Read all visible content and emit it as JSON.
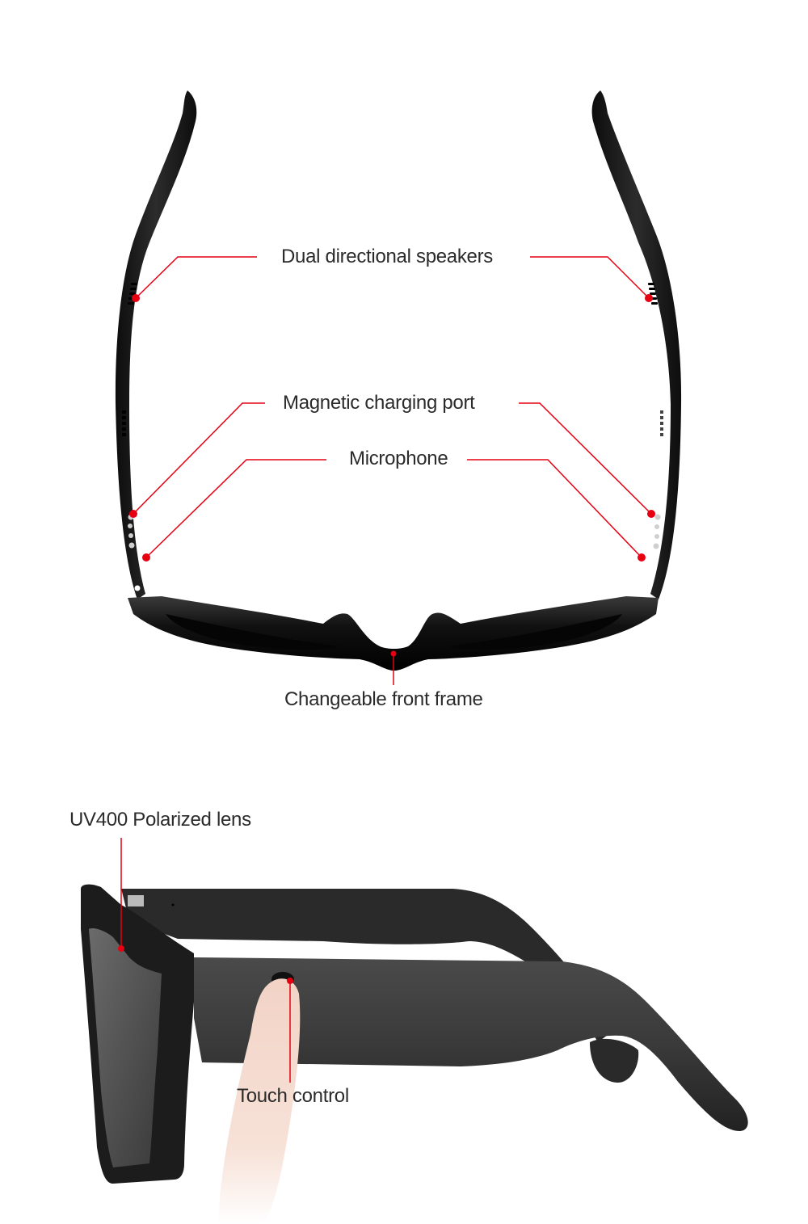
{
  "colors": {
    "callout_red": "#e60012",
    "text": "#2b2b2b",
    "frame": "#1a1a1a",
    "background": "#ffffff"
  },
  "top_view": {
    "callouts": [
      {
        "id": "speakers",
        "label": "Dual directional speakers"
      },
      {
        "id": "charging",
        "label": "Magnetic charging port"
      },
      {
        "id": "microphone",
        "label": "Microphone"
      },
      {
        "id": "front_frame",
        "label": "Changeable front frame"
      }
    ]
  },
  "side_view": {
    "callouts": [
      {
        "id": "lens",
        "label": "UV400 Polarized lens"
      },
      {
        "id": "touch",
        "label": "Touch control"
      }
    ]
  }
}
